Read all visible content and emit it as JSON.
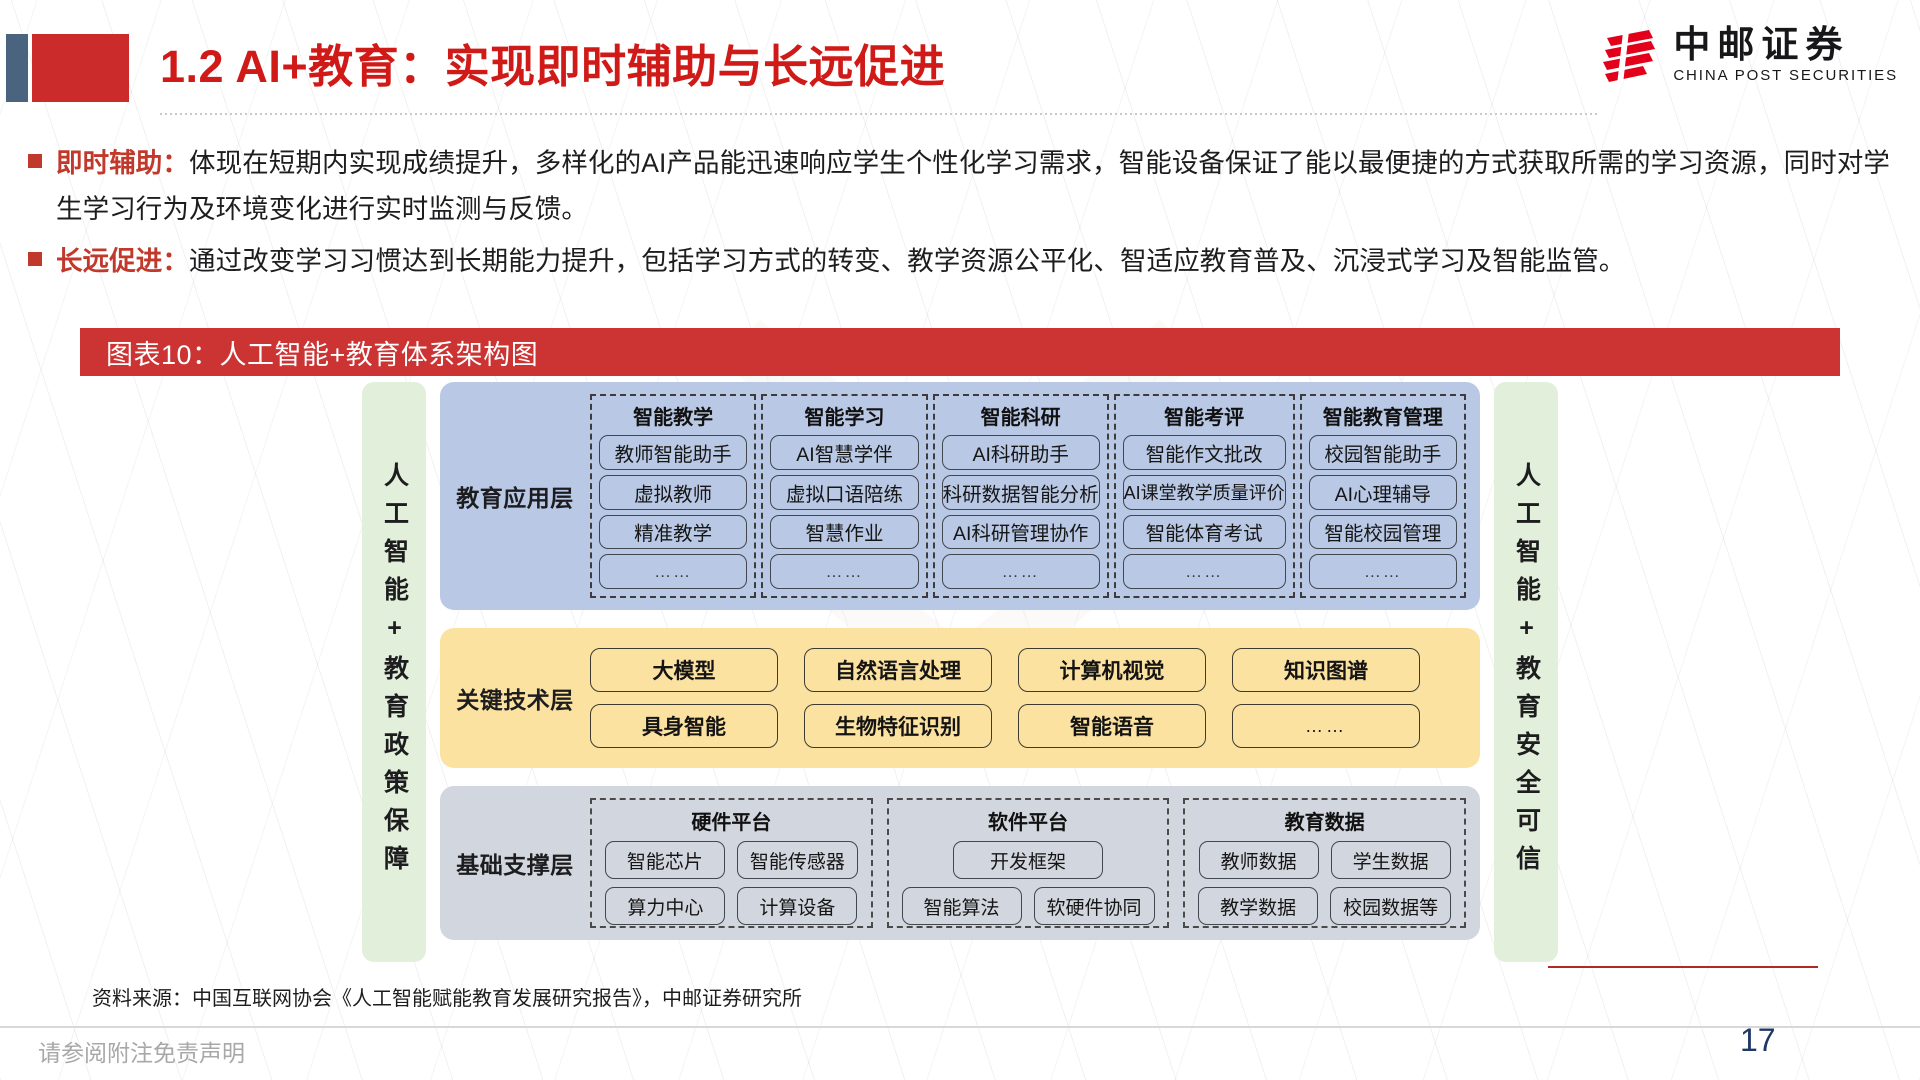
{
  "header": {
    "title": "1.2 AI+教育：实现即时辅助与长远促进",
    "accent_red": "#d01a18",
    "accent_blue": "#4a647f",
    "logo": {
      "name_cn": "中邮证券",
      "name_en": "CHINA POST SECURITIES"
    }
  },
  "bullets": [
    {
      "lead": "即时辅助：",
      "text": "体现在短期内实现成绩提升，多样化的AI产品能迅速响应学生个性化学习需求，智能设备保证了能以最便捷的方式获取所需的学习资源，同时对学生学习行为及环境变化进行实时监测与反馈。"
    },
    {
      "lead": "长远促进：",
      "text": "通过改变学习习惯达到长期能力提升，包括学习方式的转变、教学资源公平化、智适应教育普及、沉浸式学习及智能监管。"
    }
  ],
  "figure": {
    "caption": "图表10：人工智能+教育体系架构图",
    "caption_bg": "#cc3333",
    "left_rail": "人工智能+教育政策保障",
    "right_rail": "人工智能+教育安全可信",
    "rail_bg": "#e2efda",
    "layers": [
      {
        "id": "application",
        "title": "教育应用层",
        "bg": "#b9c8e4",
        "groups": [
          {
            "title": "智能教学",
            "items": [
              "教师智能助手",
              "虚拟教师",
              "精准教学",
              "……"
            ]
          },
          {
            "title": "智能学习",
            "items": [
              "AI智慧学伴",
              "虚拟口语陪练",
              "智慧作业",
              "……"
            ]
          },
          {
            "title": "智能科研",
            "items": [
              "AI科研助手",
              "科研数据智能分析",
              "AI科研管理协作",
              "……"
            ]
          },
          {
            "title": "智能考评",
            "items": [
              "智能作文批改",
              "AI课堂教学质量评价",
              "智能体育考试",
              "……"
            ]
          },
          {
            "title": "智能教育管理",
            "items": [
              "校园智能助手",
              "AI心理辅导",
              "智能校园管理",
              "……"
            ]
          }
        ]
      },
      {
        "id": "technology",
        "title": "关键技术层",
        "bg": "#fce2a0",
        "rows": [
          [
            "大模型",
            "自然语言处理",
            "计算机视觉",
            "知识图谱"
          ],
          [
            "具身智能",
            "生物特征识别",
            "智能语音",
            "……"
          ]
        ]
      },
      {
        "id": "foundation",
        "title": "基础支撑层",
        "bg": "#d2d6de",
        "groups": [
          {
            "title": "硬件平台",
            "items": [
              "智能芯片",
              "智能传感器",
              "算力中心",
              "计算设备"
            ]
          },
          {
            "title": "软件平台",
            "items": [
              "开发框架",
              "智能算法",
              "软硬件协同"
            ]
          },
          {
            "title": "教育数据",
            "items": [
              "教师数据",
              "学生数据",
              "教学数据",
              "校园数据等"
            ]
          }
        ]
      }
    ]
  },
  "footer": {
    "source": "资料来源：中国互联网协会《人工智能赋能教育发展研究报告》，中邮证券研究所",
    "disclaimer": "请参阅附注免责声明",
    "page_number": "17"
  }
}
